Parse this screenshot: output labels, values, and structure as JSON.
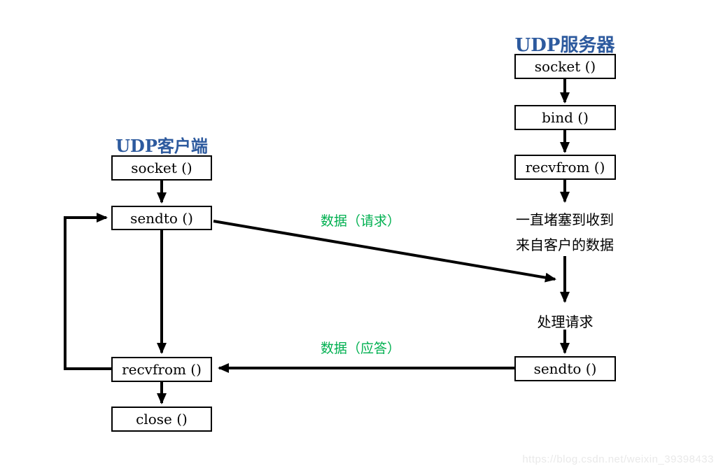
{
  "diagram": {
    "client": {
      "title": "UDP客户端",
      "nodes": {
        "socket": "socket ()",
        "sendto": "sendto ()",
        "recvfrom": "recvfrom ()",
        "close": "close ()"
      }
    },
    "server": {
      "title": "UDP服务器",
      "nodes": {
        "socket": "socket ()",
        "bind": "bind ()",
        "recvfrom": "recvfrom ()",
        "sendto": "sendto ()"
      },
      "annotations": {
        "blocking_line1": "一直堵塞到收到",
        "blocking_line2": "来自客户的数据",
        "process_request": "处理请求"
      }
    },
    "edge_labels": {
      "request": "数据（请求）",
      "response": "数据（应答）"
    },
    "edges": [
      {
        "from": "server.socket",
        "to": "server.bind"
      },
      {
        "from": "server.bind",
        "to": "server.recvfrom"
      },
      {
        "from": "server.recvfrom",
        "to": "server.blocking_note"
      },
      {
        "from": "server.blocking_note",
        "to": "server.process_request"
      },
      {
        "from": "server.process_request",
        "to": "server.sendto"
      },
      {
        "from": "client.socket",
        "to": "client.sendto"
      },
      {
        "from": "client.sendto",
        "to": "client.recvfrom"
      },
      {
        "from": "client.recvfrom",
        "to": "client.close"
      },
      {
        "from": "client.recvfrom",
        "to": "client.sendto",
        "type": "loop-back"
      },
      {
        "from": "client.sendto",
        "to": "server.blocking_note",
        "label": "数据（请求）"
      },
      {
        "from": "server.sendto",
        "to": "client.recvfrom",
        "label": "数据（应答）"
      }
    ],
    "colors": {
      "title_blue": "#2d5a9e",
      "label_green": "#00b050",
      "line_black": "#000000"
    },
    "watermark": "https://blog.csdn.net/weixin_39398433"
  }
}
